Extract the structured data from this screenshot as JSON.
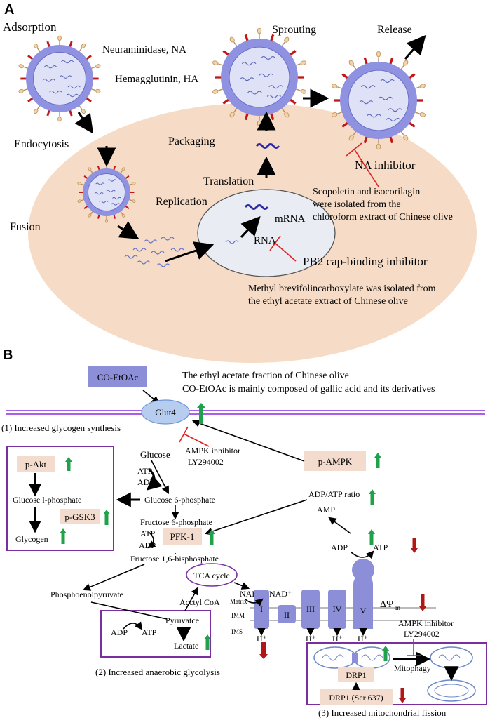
{
  "panel_a": {
    "letter": "A",
    "adsorption": "Adsorption",
    "neuraminidase": "Neuraminidase, NA",
    "hemagglutinin": "Hemagglutinin, HA",
    "endocytosis": "Endocytosis",
    "fusion": "Fusion",
    "replication": "Replication",
    "translation": "Translation",
    "packaging": "Packaging",
    "sprouting": "Sprouting",
    "release": "Release",
    "mrna": "mRNA",
    "rna": "RNA",
    "na_inhibitor": "NA inhibitor",
    "pb2_inhibitor": "PB2 cap-binding inhibitor",
    "scopoletin_1": "Scopoletin and isocorilagin",
    "scopoletin_2": "were isolated from the",
    "scopoletin_3": "chloroform extract of Chinese olive",
    "methyl_1": "Methyl brevifolincarboxylate was isolated from",
    "methyl_2": "the ethyl acetate extract of Chinese olive"
  },
  "panel_b": {
    "letter": "B",
    "co_etoac": "CO-EtOAc",
    "desc_1": "The ethyl acetate fraction of Chinese olive",
    "desc_2": "CO-EtOAc  is mainly composed of gallic acid and its derivatives",
    "glut4": "Glut4",
    "section1": "(1) Increased glycogen synthesis",
    "section2": "(2) Increased anaerobic glycolysis",
    "section3": "(3) Increased mitochondrial fission",
    "ampk_inhibitor_1": "AMPK inhibitor",
    "ampk_inhibitor_2": "LY294002",
    "glucose": "Glucose",
    "atp": "ATP",
    "adp": "ADP",
    "g6p": "Glucose 6-phosphate",
    "g1p": "Glucose l-phosphate",
    "f6p": "Fructose 6-phosphate",
    "f16bp": "Fructose 1,6-bisphosphate",
    "pakt": "p-Akt",
    "pgsk3": "p-GSK3",
    "glycogen": "Glycogen",
    "pampk": "p-AMPK",
    "pfk1": "PFK-1",
    "adp_atp_ratio": "ADP/ATP ratio",
    "amp": "AMP",
    "pep": "Phosphoenolpyruvate",
    "tca": "TCA cycle",
    "nadh": "NADH",
    "nad": "NAD⁺",
    "acetyl_coa": "Acctyl CoA",
    "pyruvate": "Pyruvatce",
    "lactate": "Lactate",
    "matrix": "Matrix",
    "imm": "IMM",
    "ims": "IMS",
    "complex_I": "I",
    "complex_II": "II",
    "complex_III": "III",
    "complex_IV": "IV",
    "complex_V": "V",
    "h_plus": "H⁺",
    "delta_psi": "ΔΨ",
    "delta_psi_sub": "m",
    "mitophagy": "Mitophagy",
    "drp1": "DRP1",
    "drp1_ser": "DRP1 (Ser 637)"
  },
  "colors": {
    "virus_body": "#8f92e0",
    "virus_core": "#dfe2f6",
    "cell": "#f6dcc6",
    "nucleus": "#e9ecf3",
    "label_box": "#f3dccd",
    "membrane": "#8a2be2",
    "box_outline": "#7a2fa0",
    "complex": "#8c8ed8",
    "up_arrow": "#20a24a",
    "down_arrow": "#b01818",
    "inhibitor": "#dd2222",
    "rna_dark": "#2a2aa8",
    "rna_light": "#6b78c8"
  }
}
